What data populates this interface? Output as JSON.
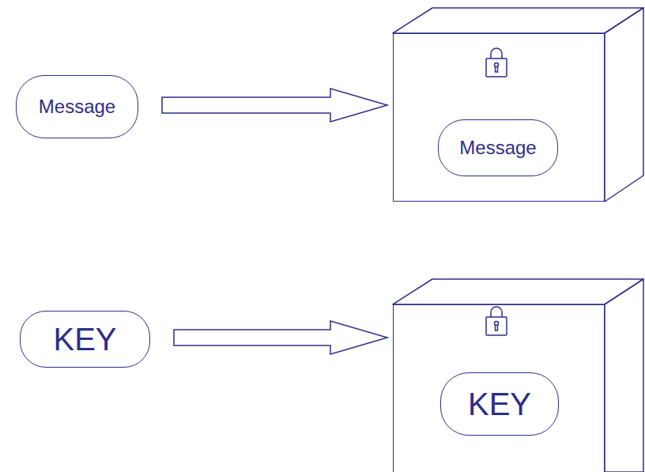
{
  "diagram": {
    "nodes": [
      {
        "text": [
          "Message"
        ]
      },
      {
        "text": []
      },
      {
        "text": [
          "Message"
        ],
        "in": 1
      },
      {
        "text": [
          "KEY"
        ]
      },
      {
        "text": []
      },
      {
        "text": [
          "KEY"
        ],
        "in": 4
      }
    ],
    "edges": [
      {
        "from": 0,
        "to": 1,
        "arrow": "to"
      },
      {
        "from": 3,
        "to": 4,
        "arrow": "to"
      }
    ]
  }
}
